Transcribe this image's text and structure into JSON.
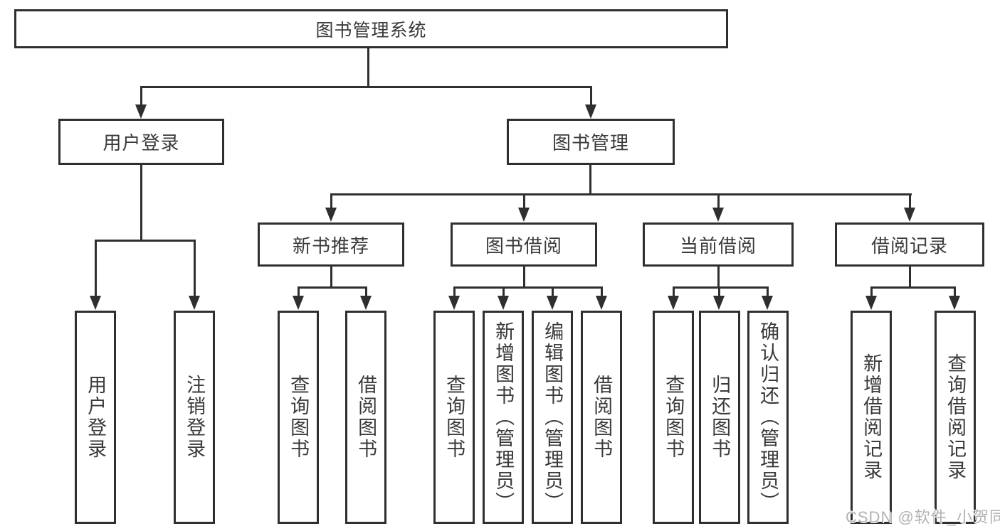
{
  "tree": {
    "label": "图书管理系统",
    "children": [
      {
        "label": "用户登录",
        "children": [
          {
            "label": "用户登录"
          },
          {
            "label": "注销登录"
          }
        ]
      },
      {
        "label": "图书管理",
        "children": [
          {
            "label": "新书推荐",
            "children": [
              {
                "label": "查询图书"
              },
              {
                "label": "借阅图书"
              }
            ]
          },
          {
            "label": "图书借阅",
            "children": [
              {
                "label": "查询图书"
              },
              {
                "label": "新增图书（管理员）"
              },
              {
                "label": "编辑图书（管理员）"
              },
              {
                "label": "借阅图书"
              }
            ]
          },
          {
            "label": "当前借阅",
            "children": [
              {
                "label": "查询图书"
              },
              {
                "label": "归还图书"
              },
              {
                "label": "确认归还（管理员）"
              }
            ]
          },
          {
            "label": "借阅记录",
            "children": [
              {
                "label": "新增借阅记录"
              },
              {
                "label": "查询借阅记录"
              }
            ]
          }
        ]
      }
    ]
  },
  "watermark": {
    "text": "CSDN @软件_小贺同学"
  },
  "colors": {
    "line": "#2f2f2f",
    "text": "#3a3a3a",
    "box_background": "#ffffff",
    "watermark": "#b2b2b2",
    "page_background": "#ffffff"
  }
}
